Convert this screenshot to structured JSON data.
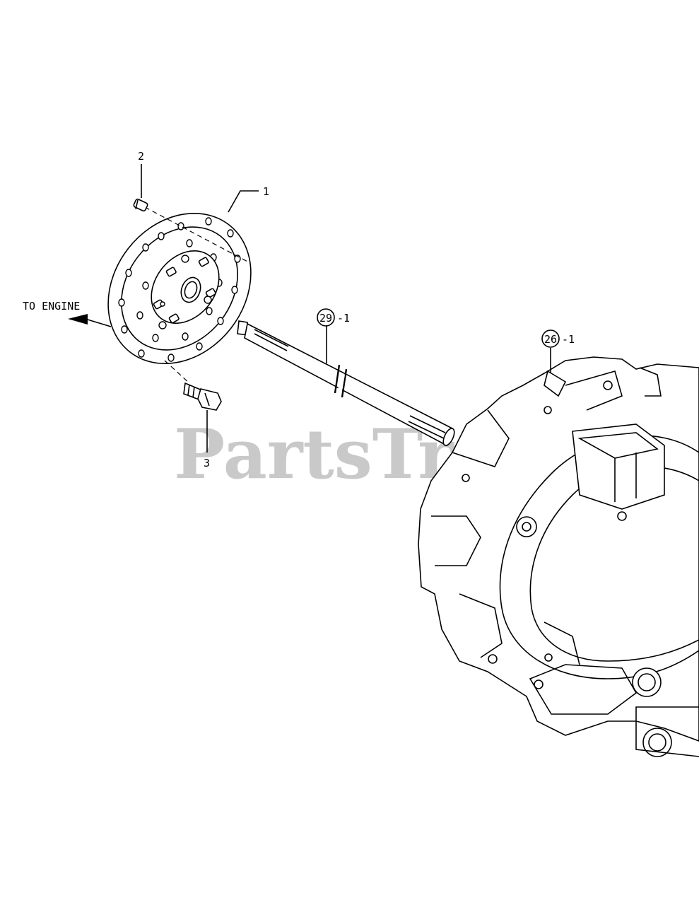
{
  "watermark": "PartsTree",
  "direction_label": "TO ENGINE",
  "callouts": {
    "disc": "1",
    "pin": "2",
    "bolt": "3",
    "shaft_ref": "29",
    "shaft_suffix": "-1",
    "housing_ref": "26",
    "housing_suffix": "-1"
  },
  "icons": [
    "arrow-left-icon"
  ]
}
